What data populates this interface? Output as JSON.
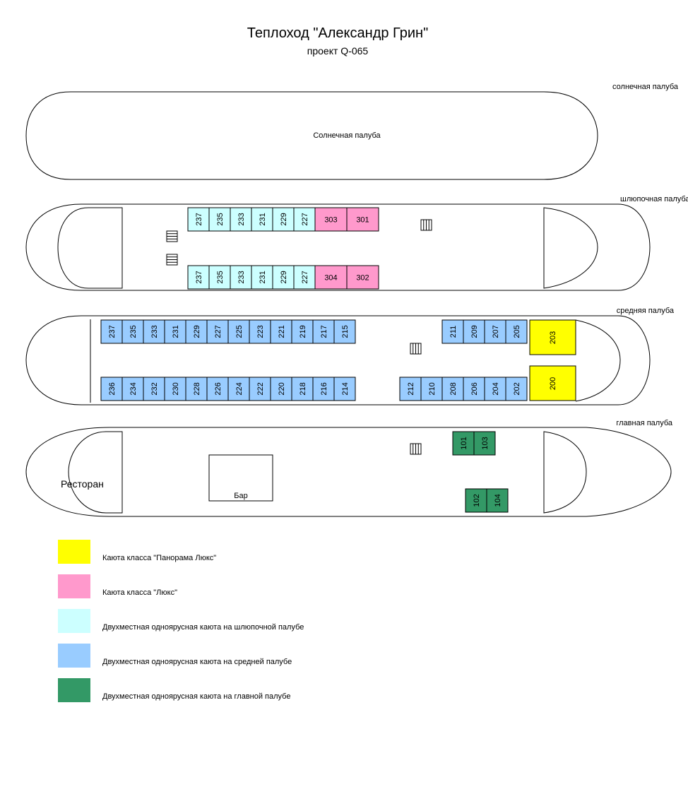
{
  "header": {
    "title": "Теплоход \"Александр Грин\"",
    "subtitle": "проект Q-065"
  },
  "colors": {
    "panorama_lux": "#ffff00",
    "lux": "#ff99cc",
    "boat_deck": "#ccffff",
    "middle_deck": "#99ccff",
    "main_deck": "#339966"
  },
  "decks": {
    "sun": {
      "name": "солнечная палуба",
      "center_label": "Солнечная палуба"
    },
    "boat": {
      "name": "шлюпочная палуба",
      "top_row": [
        {
          "num": "237",
          "cls": "boat_deck"
        },
        {
          "num": "235",
          "cls": "boat_deck"
        },
        {
          "num": "233",
          "cls": "boat_deck"
        },
        {
          "num": "231",
          "cls": "boat_deck"
        },
        {
          "num": "229",
          "cls": "boat_deck"
        },
        {
          "num": "227",
          "cls": "boat_deck"
        },
        {
          "num": "303",
          "cls": "lux",
          "wide": true
        },
        {
          "num": "301",
          "cls": "lux",
          "wide": true
        }
      ],
      "bottom_row": [
        {
          "num": "237",
          "cls": "boat_deck"
        },
        {
          "num": "235",
          "cls": "boat_deck"
        },
        {
          "num": "233",
          "cls": "boat_deck"
        },
        {
          "num": "231",
          "cls": "boat_deck"
        },
        {
          "num": "229",
          "cls": "boat_deck"
        },
        {
          "num": "227",
          "cls": "boat_deck"
        },
        {
          "num": "304",
          "cls": "lux",
          "wide": true
        },
        {
          "num": "302",
          "cls": "lux",
          "wide": true
        }
      ]
    },
    "middle": {
      "name": "средняя палуба",
      "top_left": [
        "237",
        "235",
        "233",
        "231",
        "229",
        "227",
        "225",
        "223",
        "221",
        "219",
        "217",
        "215"
      ],
      "top_right": [
        "211",
        "209",
        "207",
        "205"
      ],
      "top_panorama": "203",
      "bottom_left": [
        "236",
        "234",
        "232",
        "230",
        "228",
        "226",
        "224",
        "222",
        "220",
        "218",
        "216",
        "214"
      ],
      "bottom_right": [
        "212",
        "210",
        "208",
        "206",
        "204",
        "202"
      ],
      "bottom_panorama": "200"
    },
    "main": {
      "name": "главная палуба",
      "restaurant": "Ресторан",
      "bar": "Бар",
      "top_cabins": [
        "101",
        "103"
      ],
      "bottom_cabins": [
        "102",
        "104"
      ]
    }
  },
  "legend": [
    {
      "color": "panorama_lux",
      "label": "Каюта класса \"Панорама Люкс\""
    },
    {
      "color": "lux",
      "label": "Каюта класса \"Люкс\""
    },
    {
      "color": "boat_deck",
      "label": "Двухместная одноярусная каюта на шлюпочной палубе"
    },
    {
      "color": "middle_deck",
      "label": "Двухместная одноярусная каюта на средней палубе"
    },
    {
      "color": "main_deck",
      "label": "Двухместная одноярусная каюта на главной палубе"
    }
  ]
}
